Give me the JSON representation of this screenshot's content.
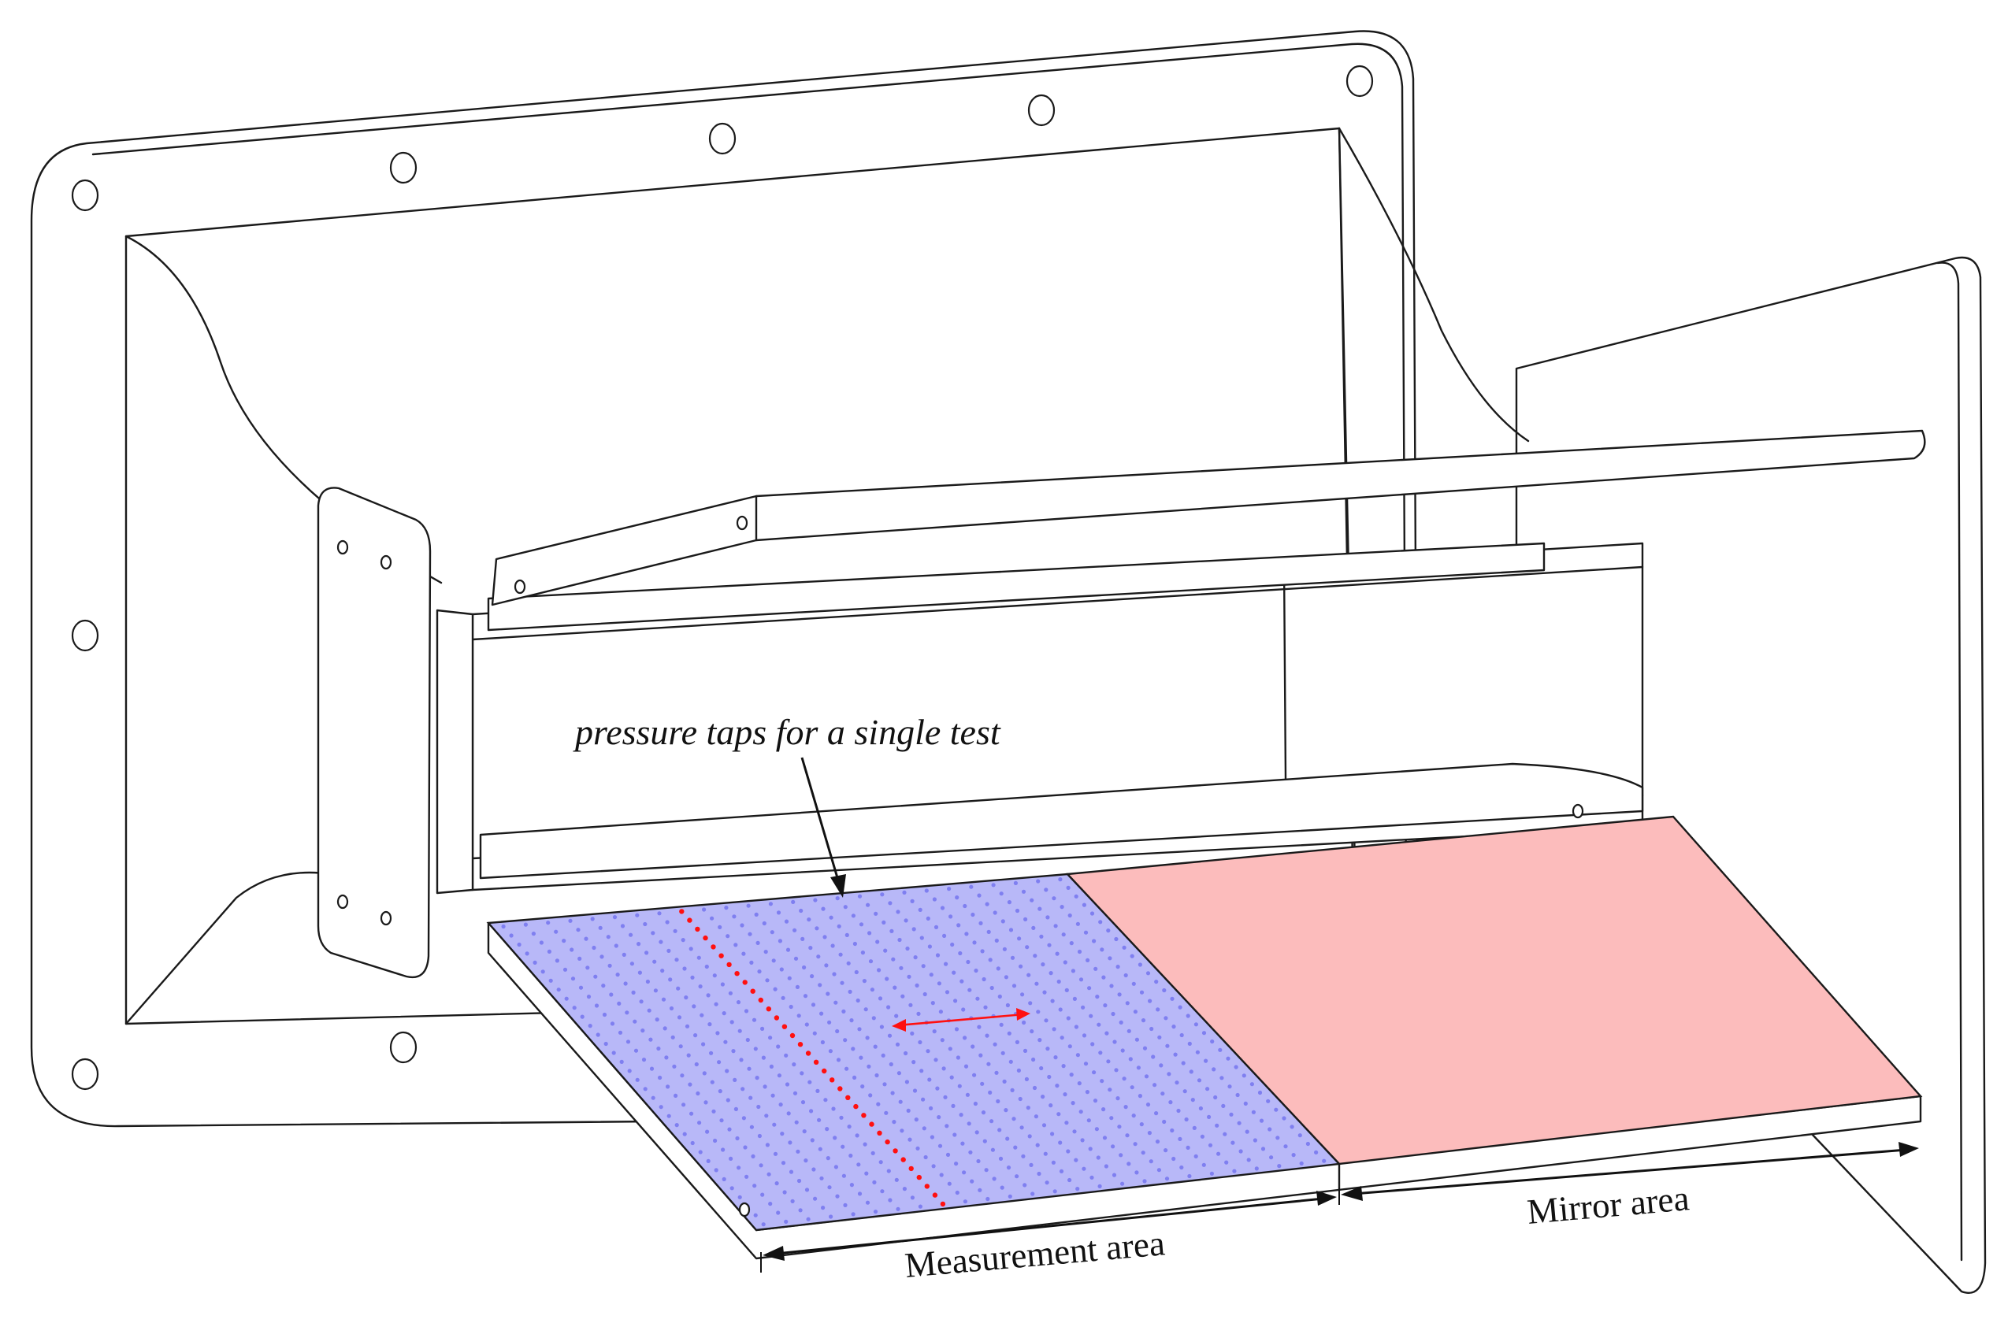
{
  "diagram": {
    "annotation": "pressure taps for a single test",
    "measurement_label": "Measurement area",
    "mirror_label": "Mirror area"
  },
  "colors": {
    "measurement_fill": "#b8b8f8",
    "mirror_fill": "#fcbcbc",
    "tap_dot": "#7f7ff0",
    "single_test_taps": "#ff1010",
    "outline": "#1a1a1a"
  },
  "tap_grid": {
    "rows": 34,
    "columns": 26
  },
  "icons": [
    "bolt-hole-icon",
    "arrow-icon",
    "double-arrow-icon"
  ]
}
